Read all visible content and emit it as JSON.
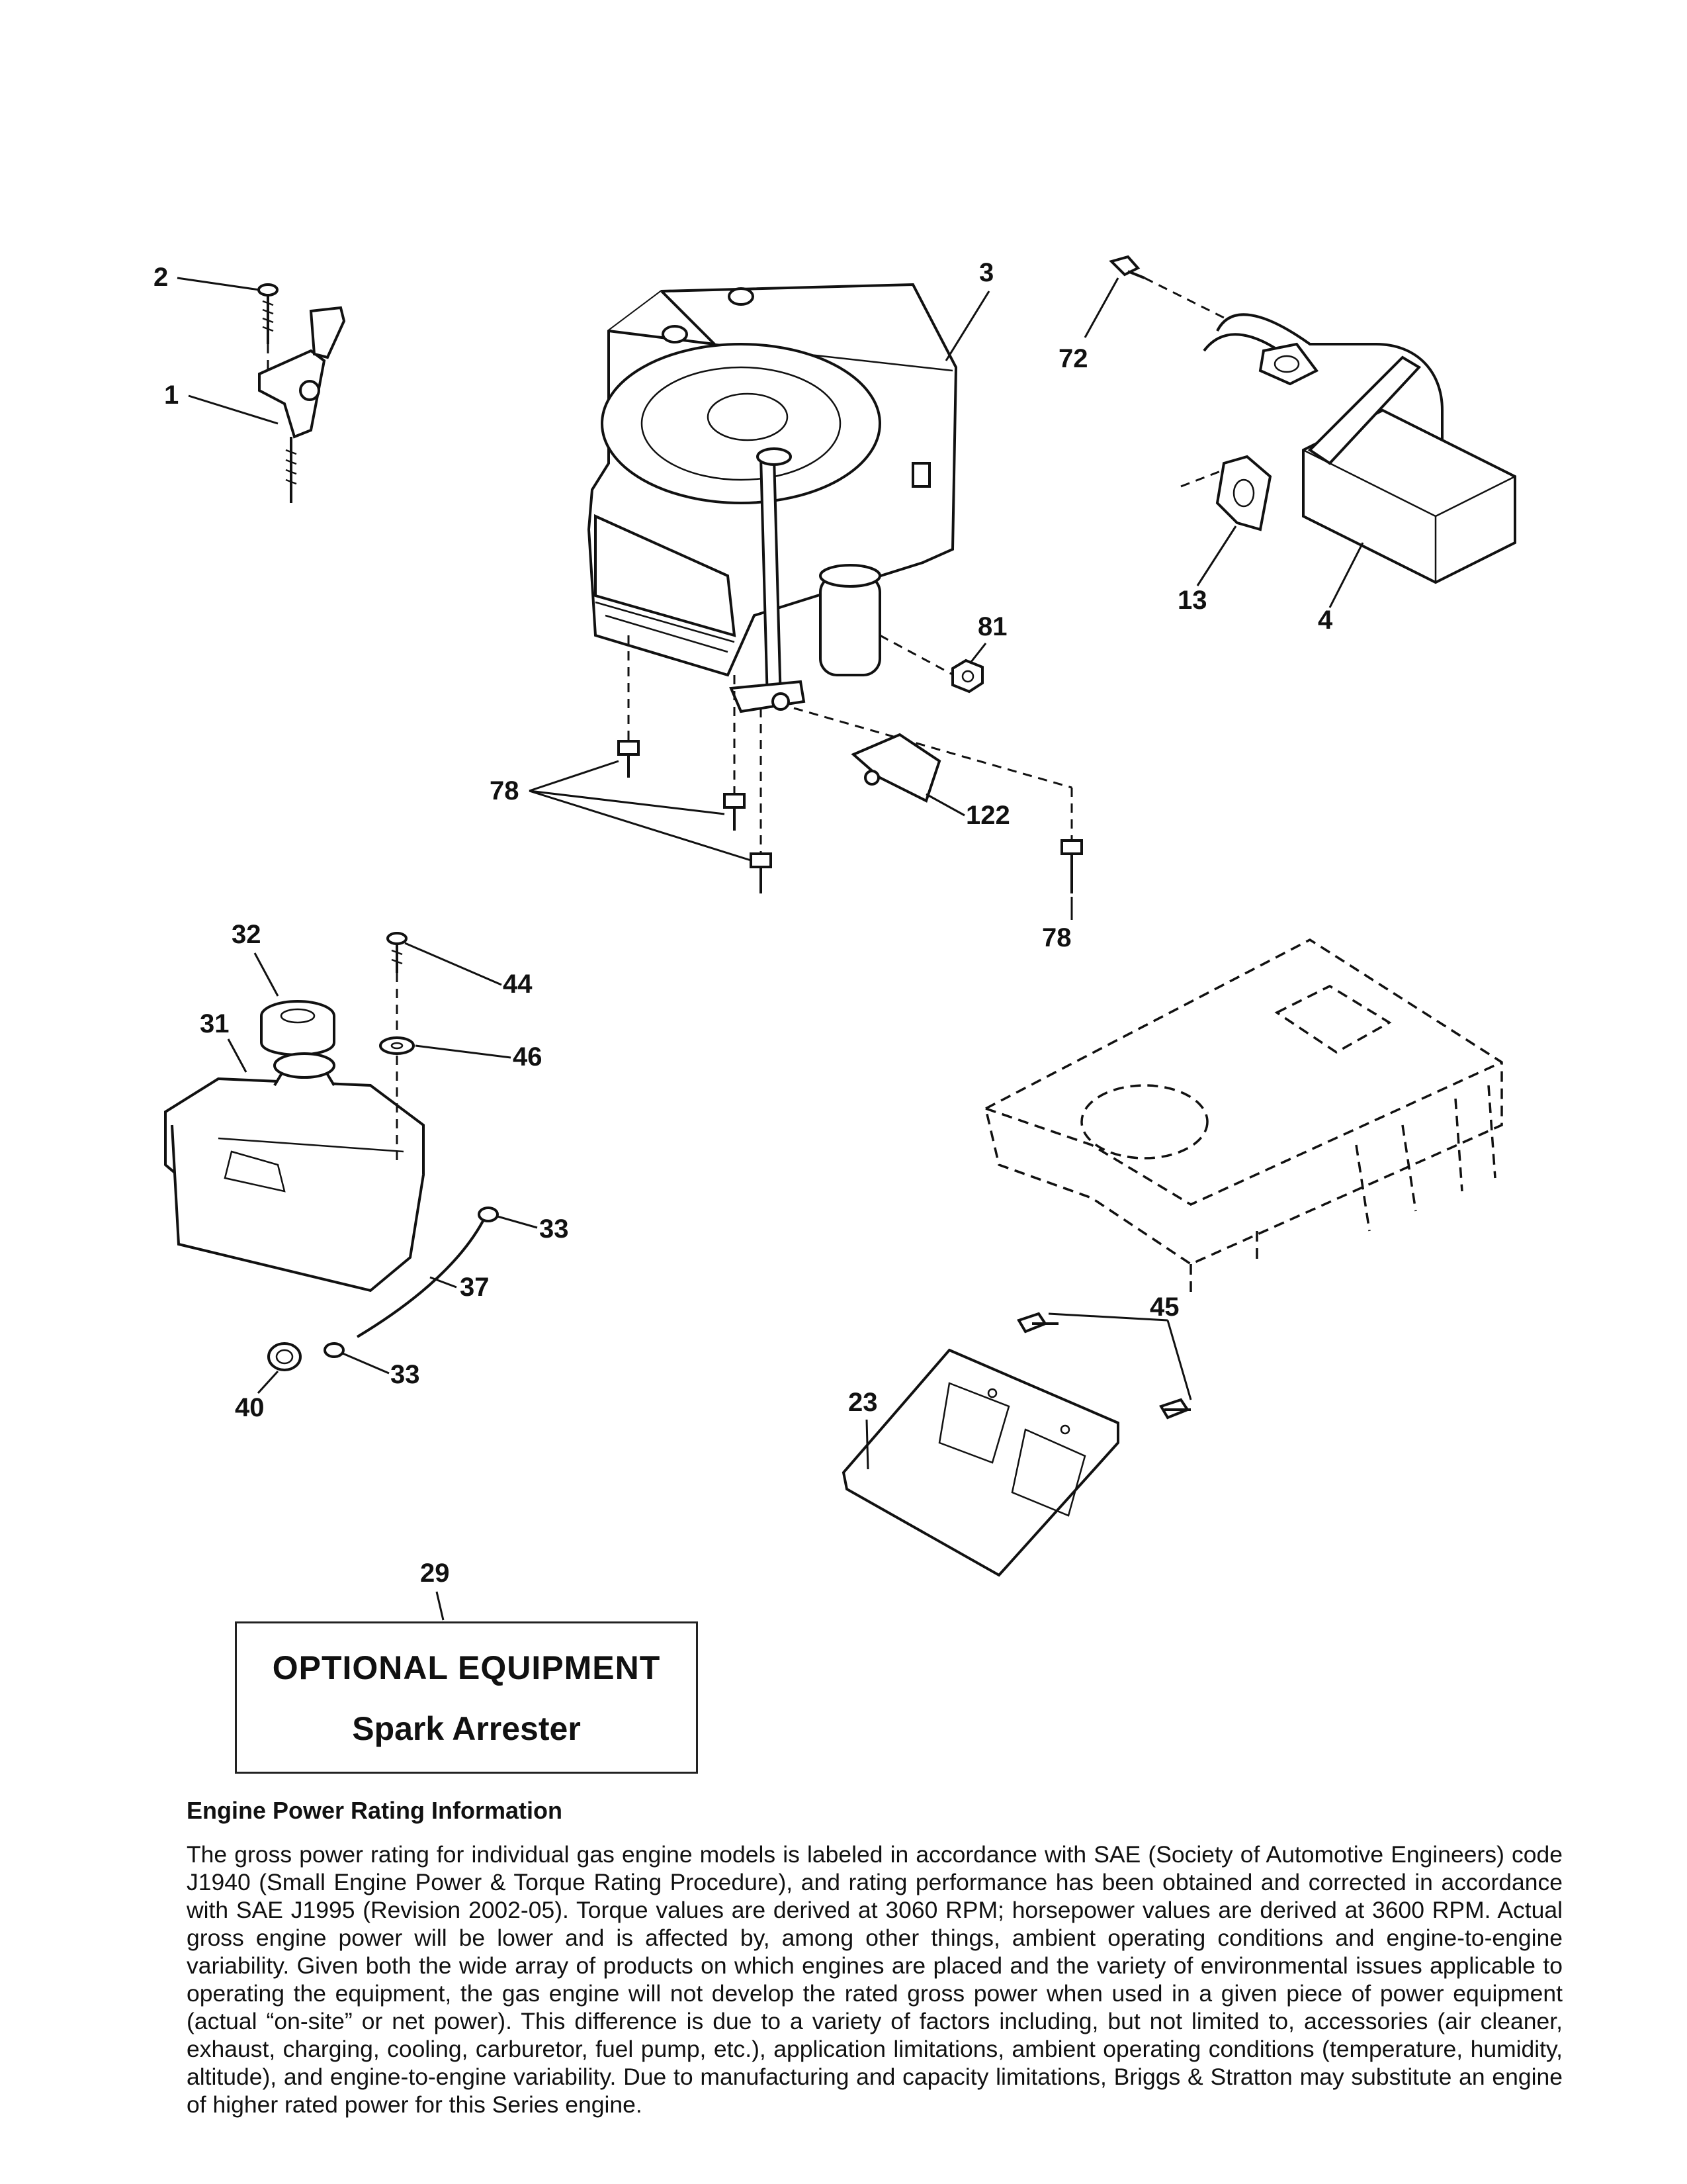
{
  "callouts": {
    "c1": "1",
    "c2": "2",
    "c3": "3",
    "c4": "4",
    "c13": "13",
    "c23": "23",
    "c29": "29",
    "c31": "31",
    "c32": "32",
    "c33a": "33",
    "c33b": "33",
    "c37": "37",
    "c40": "40",
    "c44": "44",
    "c45": "45",
    "c46": "46",
    "c72": "72",
    "c78a": "78",
    "c78b": "78",
    "c81": "81",
    "c122": "122"
  },
  "optional_box": {
    "title": "OPTIONAL EQUIPMENT",
    "subtitle": "Spark Arrester"
  },
  "info": {
    "heading": "Engine Power Rating Information",
    "body": "The gross power rating for individual gas engine models is labeled in accordance with SAE (Society of Automotive Engineers) code J1940 (Small Engine Power & Torque Rating Procedure), and rating performance has been obtained and corrected in accordance with SAE J1995 (Revision 2002-05). Torque values are derived at 3060 RPM; horsepower values are derived at 3600 RPM. Actual gross engine power will be lower and is affected by, among other things, ambient operating conditions and engine-to-engine variability. Given both the wide array of products on which engines are placed and the variety of environmental issues applicable to operating the equipment, the gas engine will not develop the rated gross power when used in a given piece of power equipment (actual “on-site” or net power). This difference is due to a variety of factors including, but not limited to, accessories (air cleaner, exhaust, charging, cooling, carburetor, fuel pump, etc.), application limitations, ambient operating conditions (temperature, humidity, altitude), and engine-to-engine variability. Due to manufacturing and capacity limitations, Briggs & Stratton may substitute an engine of higher rated power for this Series engine."
  }
}
